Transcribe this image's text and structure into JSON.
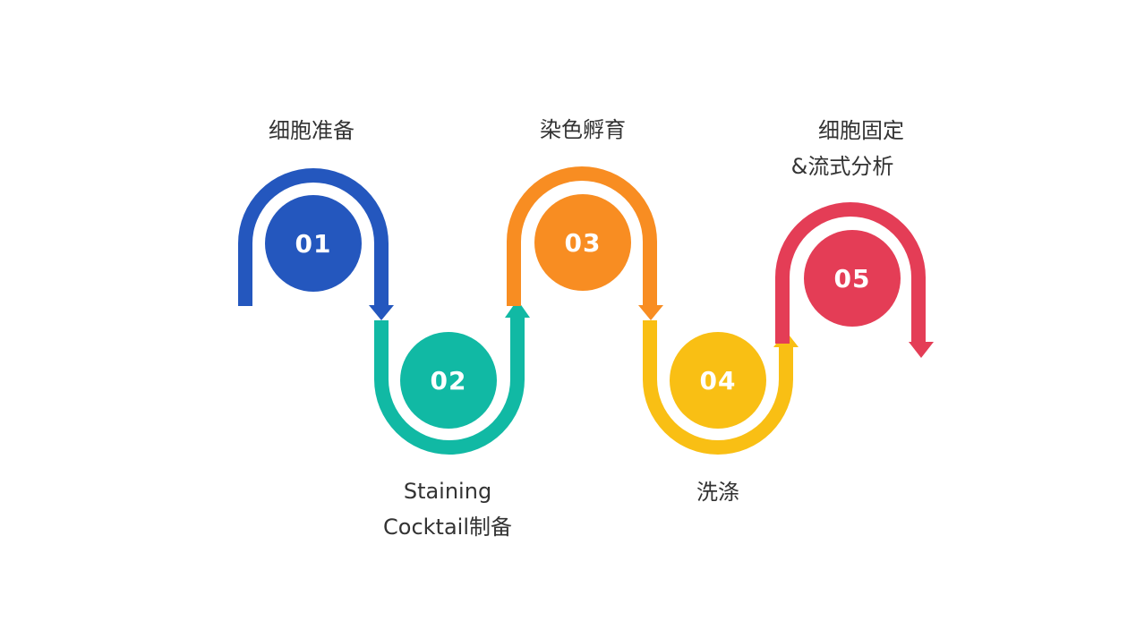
{
  "colors": {
    "step1": "#2457be",
    "step2": "#11b9a4",
    "step3": "#f88d22",
    "step4": "#f9bf14",
    "step5": "#e43d56"
  },
  "steps": [
    {
      "number": "01",
      "label_lines": [
        "细胞准备"
      ]
    },
    {
      "number": "02",
      "label_lines": [
        "Staining",
        "Cocktail制备"
      ]
    },
    {
      "number": "03",
      "label_lines": [
        "染色孵育"
      ]
    },
    {
      "number": "04",
      "label_lines": [
        "洗涤"
      ]
    },
    {
      "number": "05",
      "label_lines": [
        "细胞固定",
        "&流式分析"
      ]
    }
  ]
}
